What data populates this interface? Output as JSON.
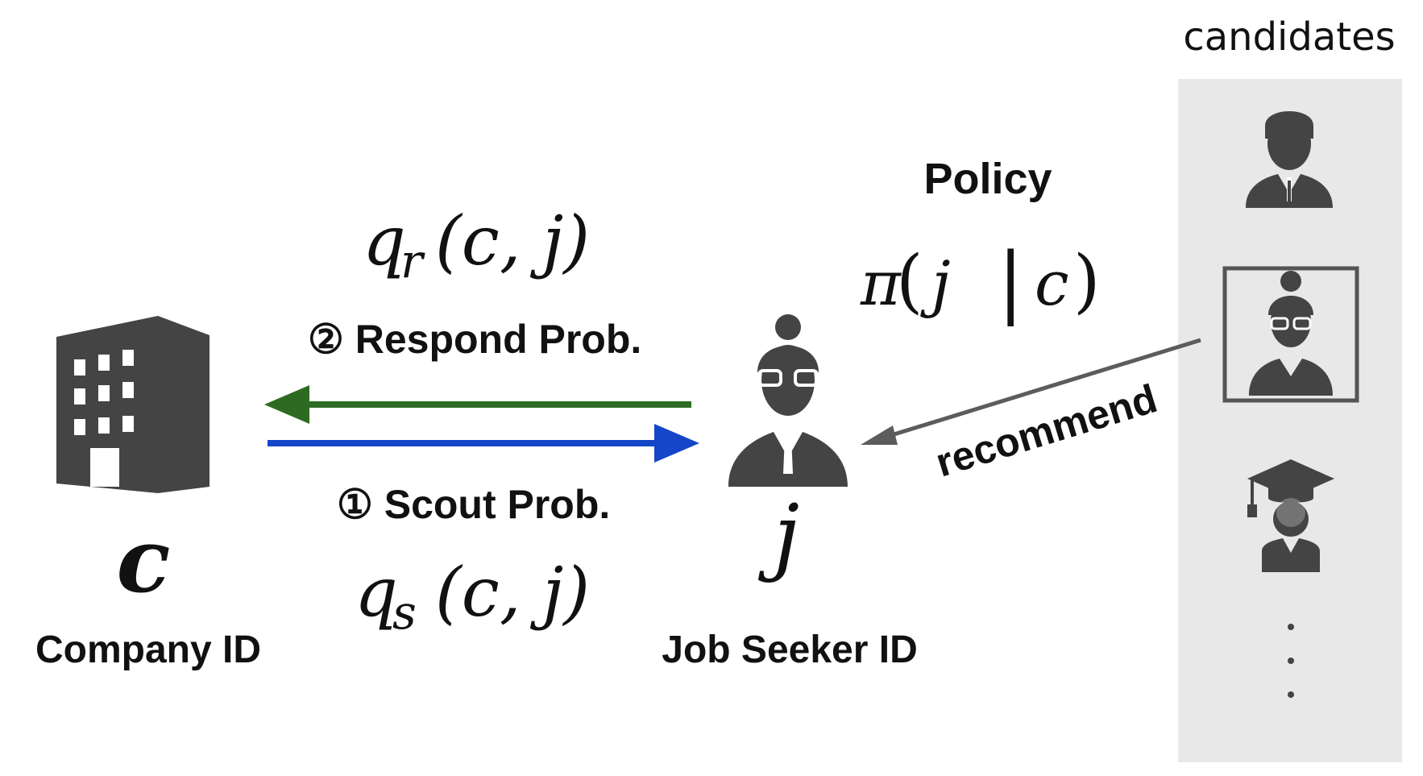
{
  "candidates": {
    "title": "candidates",
    "panel_color": "#e8e8e8"
  },
  "policy": {
    "title": "Policy",
    "formula": {
      "pi": "π",
      "open": "(",
      "j": "j",
      "bar": "|",
      "c": "c",
      "close": ")"
    }
  },
  "respond": {
    "label": "② Respond Prob.",
    "color": "#2e6b22",
    "formula": {
      "q": "q",
      "sub": "r",
      "args": "(c, j)"
    }
  },
  "scout": {
    "label": "① Scout Prob.",
    "color": "#1446c7",
    "formula": {
      "q": "q",
      "sub": "s",
      "args": "(c, j)"
    }
  },
  "company": {
    "symbol": "c",
    "label": "Company ID",
    "icon": "building-icon"
  },
  "job_seeker": {
    "symbol": "j",
    "label": "Job Seeker ID",
    "icon": "female-person-icon"
  },
  "recommend": {
    "label": "recommend",
    "color": "#5c5c5c"
  },
  "icons": {
    "candidate_1": "male-person-icon",
    "candidate_2": "female-person-icon",
    "candidate_3": "graduate-icon",
    "more": "vertical-ellipsis-icon",
    "icon_color": "#444444"
  }
}
